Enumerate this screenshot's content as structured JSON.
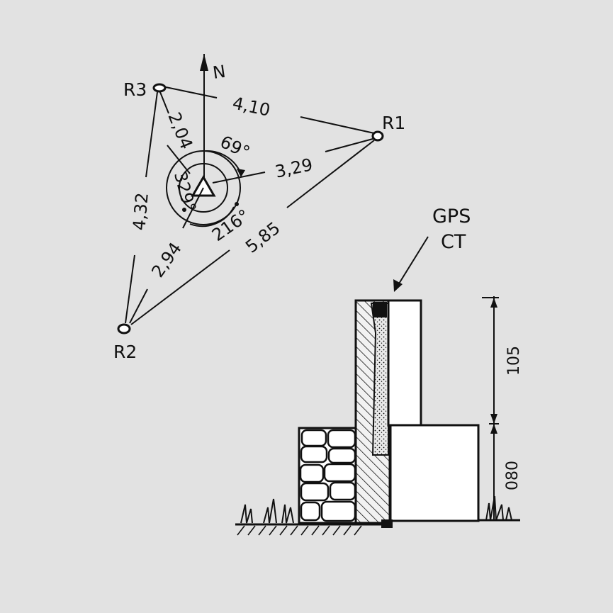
{
  "north_label": "N",
  "points": {
    "r1": "R1",
    "r2": "R2",
    "r3": "R3"
  },
  "distances": {
    "r3_r1": "4,10",
    "r3_station": "2,04",
    "station_r1": "3,29",
    "r3_r2": "4,32",
    "r2_station": "2,94",
    "r2_r1": "5,85"
  },
  "angles": {
    "a1": "69°",
    "a2": "329°",
    "a3": "216°"
  },
  "marker": {
    "line1": "GPS",
    "line2": "CT"
  },
  "heights": {
    "upper": "105",
    "lower": "080"
  },
  "colors": {
    "background": "#e2e2e2",
    "ink": "#111111",
    "paper": "#ffffff"
  }
}
